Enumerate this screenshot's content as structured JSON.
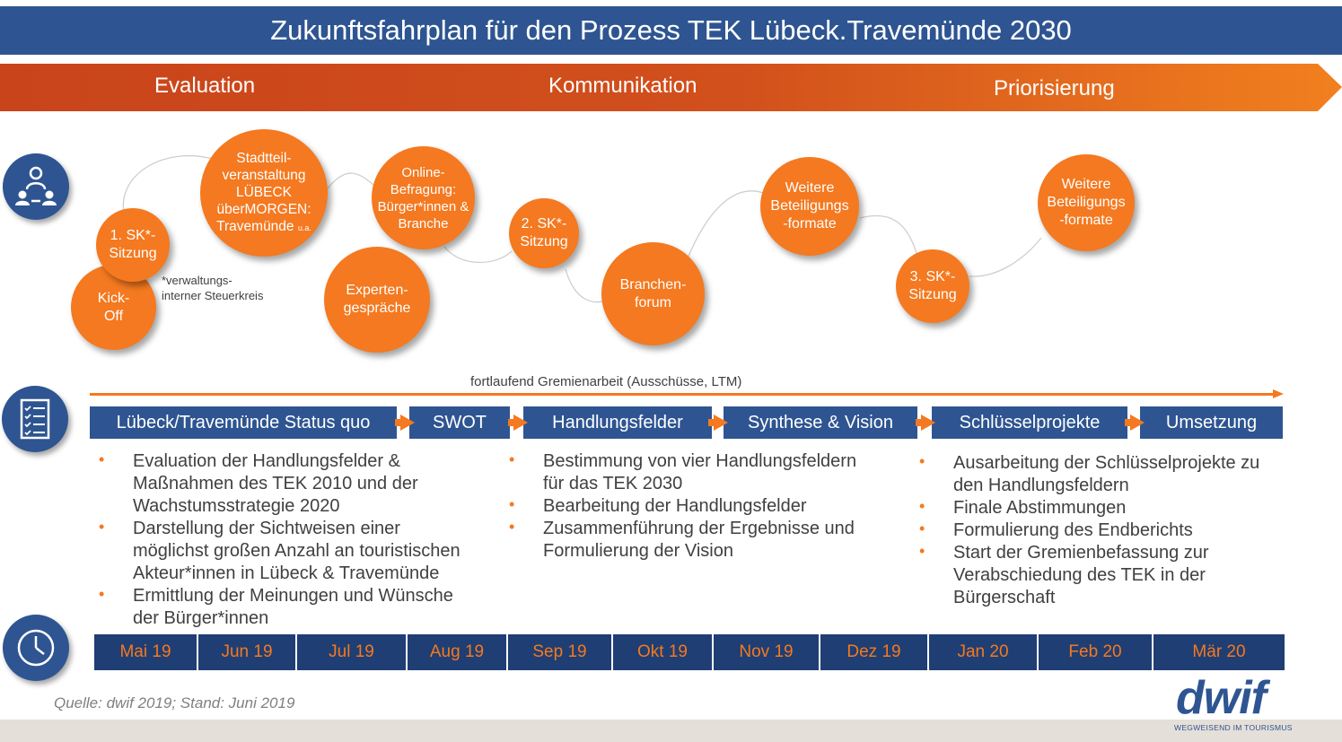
{
  "title": "Zukunftsfahrplan für den Prozess TEK Lübeck.Travemünde 2030",
  "phases": [
    "Evaluation",
    "Kommunikation",
    "Priorisierung"
  ],
  "events": {
    "kickoff": [
      "Kick-",
      "Off"
    ],
    "sk1": [
      "1. SK*-",
      "Sitzung"
    ],
    "stadtteil": [
      "Stadtteil-",
      "veranstaltung",
      "LÜBECK",
      "überMORGEN:",
      "Travemünde"
    ],
    "stadtteil_suffix": "u.a.",
    "experten": [
      "Experten-",
      "gespräche"
    ],
    "online": [
      "Online-",
      "Befragung:",
      "Bürger*innen &",
      "Branche"
    ],
    "sk2": [
      "2. SK*-",
      "Sitzung"
    ],
    "branchen": [
      "Branchen-",
      "forum"
    ],
    "weitere1": [
      "Weitere",
      "Beteiligungs",
      "-formate"
    ],
    "sk3": [
      "3. SK*-",
      "Sitzung"
    ],
    "weitere2": [
      "Weitere",
      "Beteiligungs",
      "-formate"
    ]
  },
  "footnote": [
    "*verwaltungs-",
    "interner Steuerkreis"
  ],
  "continuous_label": "fortlaufend Gremienarbeit (Ausschüsse, LTM)",
  "steps": [
    "Lübeck/Travemünde Status quo",
    "SWOT",
    "Handlungsfelder",
    "Synthese & Vision",
    "Schlüsselprojekte",
    "Umsetzung"
  ],
  "bullets_left": [
    [
      "Evaluation der Handlungsfelder &",
      "Maßnahmen des TEK 2010 und der",
      "Wachstumsstrategie 2020"
    ],
    [
      "Darstellung der Sichtweisen einer",
      "möglichst großen Anzahl an touristischen",
      "Akteur*innen in Lübeck & Travemünde"
    ],
    [
      "Ermittlung der Meinungen und Wünsche",
      "der Bürger*innen"
    ]
  ],
  "bullets_mid": [
    [
      "Bestimmung von vier Handlungsfeldern",
      "für das TEK 2030"
    ],
    [
      "Bearbeitung der Handlungsfelder"
    ],
    [
      "Zusammenführung der Ergebnisse und",
      "Formulierung der Vision"
    ]
  ],
  "bullets_right": [
    [
      "Ausarbeitung der Schlüsselprojekte zu",
      "den Handlungsfeldern"
    ],
    [
      "Finale Abstimmungen"
    ],
    [
      "Formulierung des Endberichts"
    ],
    [
      "Start der Gremienbefassung zur",
      "Verabschiedung des TEK in der",
      "Bürgerschaft"
    ]
  ],
  "months": [
    "Mai 19",
    "Jun 19",
    "Jul 19",
    "Aug 19",
    "Sep 19",
    "Okt 19",
    "Nov 19",
    "Dez 19",
    "Jan 20",
    "Feb 20",
    "Mär 20"
  ],
  "source": "Quelle: dwif 2019; Stand: Juni 2019",
  "logo": {
    "name": "dwif",
    "tagline": "WEGWEISEND IM TOURISMUS"
  },
  "icons": [
    "participants-icon",
    "checklist-icon",
    "clock-icon"
  ],
  "colors": {
    "blue": "#2e5591",
    "navy": "#1f3e73",
    "orange": "#f47920",
    "orange_dark": "#c9441b"
  }
}
